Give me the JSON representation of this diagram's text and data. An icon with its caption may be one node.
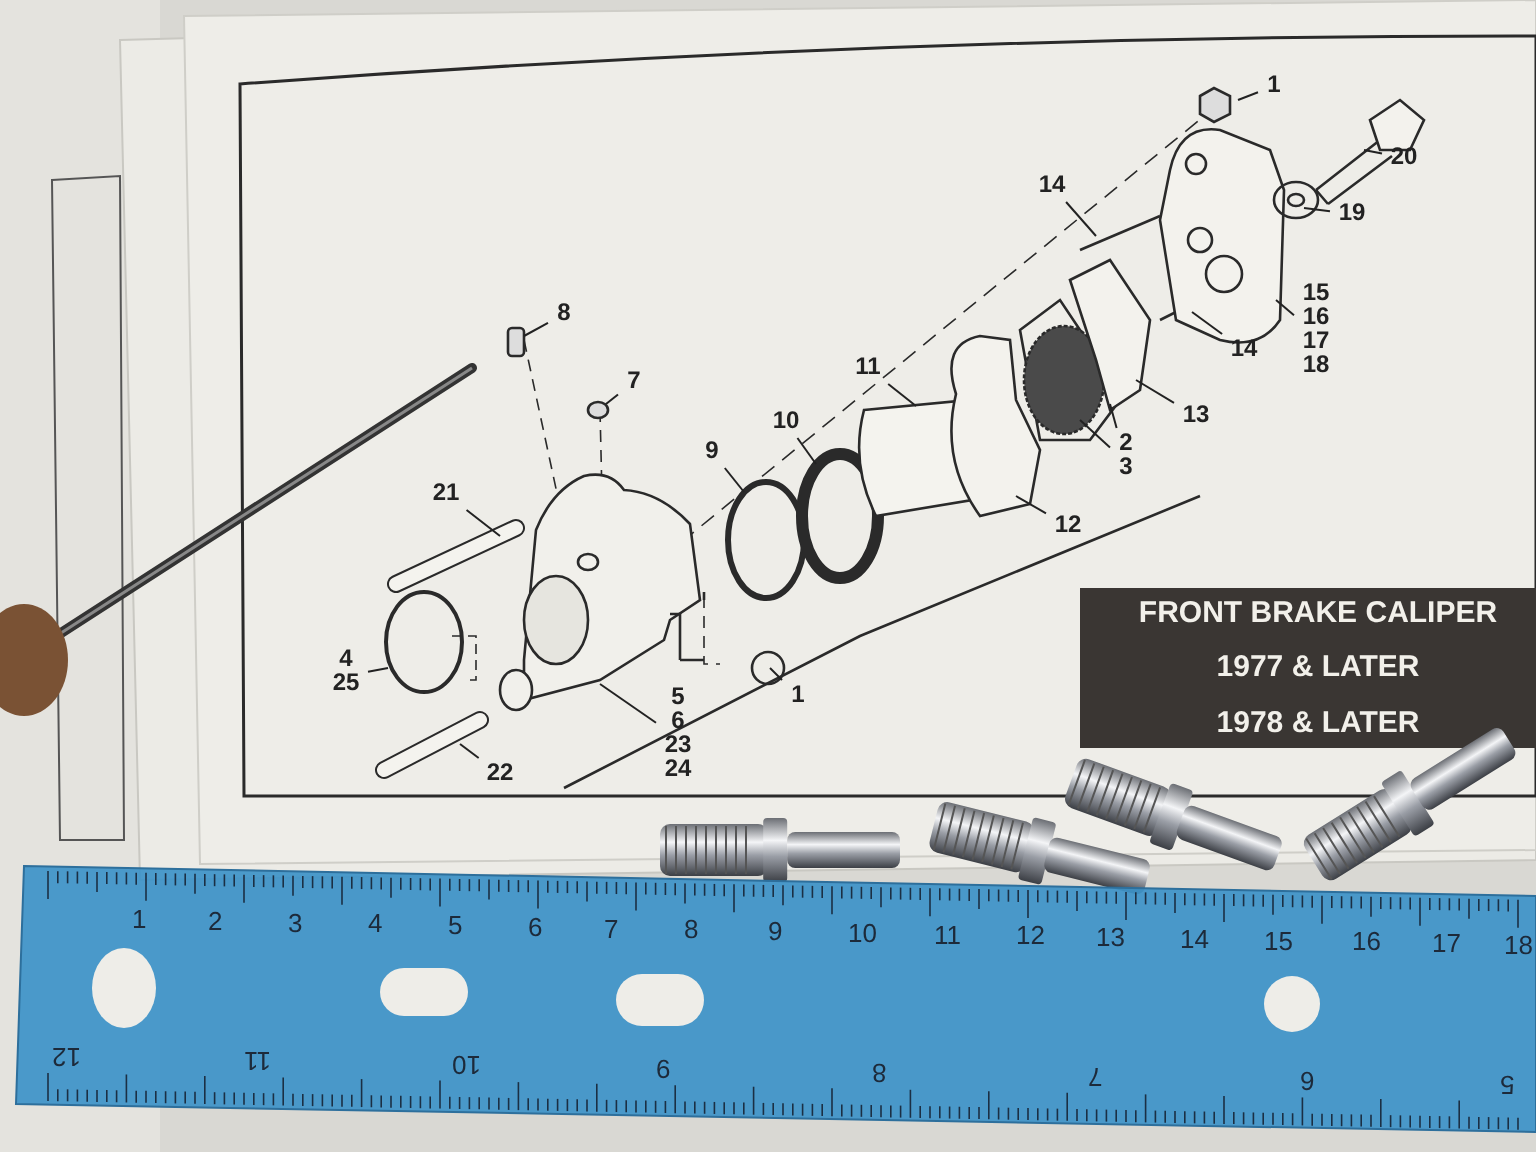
{
  "diagram": {
    "nodes": [
      {
        "text": [
          "1"
        ]
      },
      {
        "text": [
          "20"
        ]
      },
      {
        "text": [
          "14"
        ]
      },
      {
        "text": [
          "19"
        ]
      },
      {
        "text": [
          "8"
        ]
      },
      {
        "text": [
          "15",
          "16",
          "17",
          "18"
        ]
      },
      {
        "text": [
          "14"
        ]
      },
      {
        "text": [
          "11"
        ]
      },
      {
        "text": [
          "7"
        ]
      },
      {
        "text": [
          "13"
        ]
      },
      {
        "text": [
          "10"
        ]
      },
      {
        "text": [
          "2",
          "3"
        ]
      },
      {
        "text": [
          "9"
        ]
      },
      {
        "text": [
          "21"
        ]
      },
      {
        "text": [
          "12"
        ]
      },
      {
        "text": [
          "FRONT BRAKE CALIPER",
          "1977 & LATER",
          "1978 & LATER"
        ]
      },
      {
        "text": [
          "4",
          "25"
        ]
      },
      {
        "text": [
          "1"
        ]
      },
      {
        "text": [
          "5",
          "6",
          "23",
          "24"
        ]
      },
      {
        "text": [
          "22"
        ]
      }
    ],
    "edges": [
      {
        "from": 0,
        "to": null,
        "arrow": "none"
      },
      {
        "from": 1,
        "to": null,
        "arrow": "none"
      },
      {
        "from": 2,
        "to": null,
        "arrow": "none"
      },
      {
        "from": 3,
        "to": null,
        "arrow": "none"
      },
      {
        "from": 4,
        "to": null,
        "arrow": "none"
      },
      {
        "from": 5,
        "to": null,
        "arrow": "none"
      },
      {
        "from": 6,
        "to": null,
        "arrow": "none"
      },
      {
        "from": 7,
        "to": null,
        "arrow": "none"
      },
      {
        "from": 8,
        "to": null,
        "arrow": "none"
      },
      {
        "from": 9,
        "to": null,
        "arrow": "none"
      },
      {
        "from": 10,
        "to": null,
        "arrow": "none"
      },
      {
        "from": 11,
        "to": null,
        "arrow": "none"
      },
      {
        "from": 11,
        "to": null,
        "arrow": "none"
      },
      {
        "from": 12,
        "to": null,
        "arrow": "none"
      },
      {
        "from": 13,
        "to": null,
        "arrow": "none"
      },
      {
        "from": 14,
        "to": null,
        "arrow": "none"
      },
      {
        "from": 16,
        "to": null,
        "arrow": "none"
      },
      {
        "from": 17,
        "to": null,
        "arrow": "none"
      },
      {
        "from": 18,
        "to": null,
        "arrow": "none"
      },
      {
        "from": 19,
        "to": null,
        "arrow": "none"
      }
    ],
    "labels": [
      "1",
      "2",
      "3",
      "4",
      "5",
      "6",
      "7",
      "8",
      "9",
      "10",
      "11",
      "12",
      "13",
      "14",
      "15",
      "16",
      "17",
      "18",
      "12",
      "11",
      "10",
      "9",
      "8",
      "7",
      "6",
      "5"
    ]
  }
}
